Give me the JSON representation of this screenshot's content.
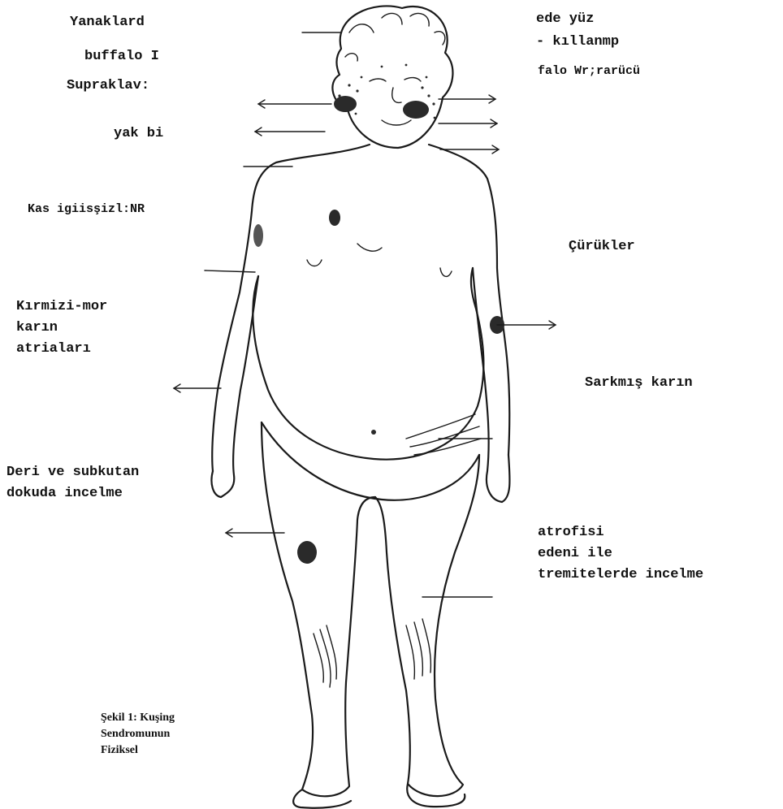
{
  "diagram": {
    "labels_left": [
      "Yanaklard",
      "buffalo I",
      "Supraklav:",
      "yak bi",
      "Kas igiisşizl:NR",
      "Kırmizi-mor",
      "karın",
      "atriaları",
      "Deri ve subkutan",
      "dokuda incelme"
    ],
    "labels_right": [
      "ede yüz",
      "- kıllanmp",
      "falo Wr;rarücü",
      "Çürükler",
      "Sarkmış karın",
      "atrofisi",
      "edeni ile",
      "tremitelerde incelme"
    ],
    "caption": [
      "Şekil 1: Kuşing",
      "Sendromunun",
      "Fiziksel"
    ]
  },
  "colors": {
    "ink": "#1a1a1a",
    "background": "#ffffff"
  }
}
